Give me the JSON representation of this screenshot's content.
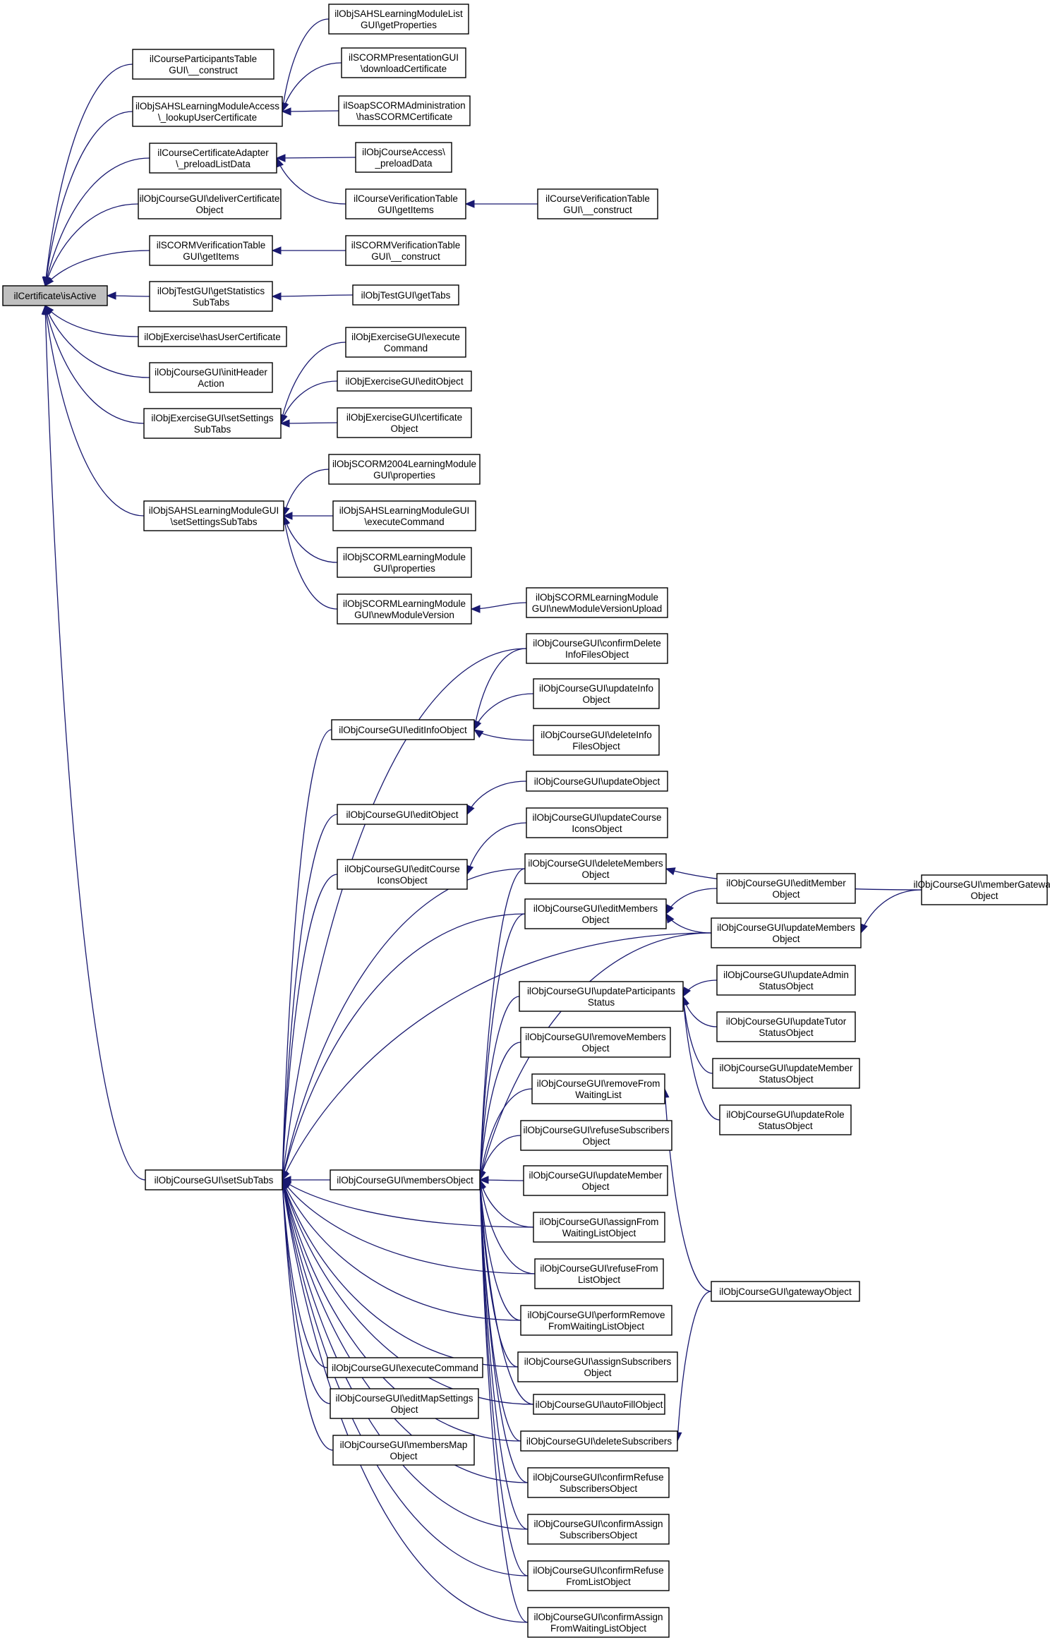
{
  "nodes": [
    {
      "id": "root",
      "lines": [
        "ilCertificate\\isActive"
      ]
    },
    {
      "id": "n_cpt",
      "lines": [
        "ilCourseParticipantsTable",
        "GUI\\__construct"
      ]
    },
    {
      "id": "n_sahs_access",
      "lines": [
        "ilObjSAHSLearningModuleAccess",
        "\\_lookupUserCertificate"
      ]
    },
    {
      "id": "n_cca",
      "lines": [
        "ilCourseCertificateAdapter",
        "\\_preloadListData"
      ]
    },
    {
      "id": "n_deliver",
      "lines": [
        "ilObjCourseGUI\\deliverCertificate",
        "Object"
      ]
    },
    {
      "id": "n_scorm_ver",
      "lines": [
        "ilSCORMVerificationTable",
        "GUI\\getItems"
      ]
    },
    {
      "id": "n_test_stats",
      "lines": [
        "ilObjTestGUI\\getStatistics",
        "SubTabs"
      ]
    },
    {
      "id": "n_ex_has",
      "lines": [
        "ilObjExercise\\hasUserCertificate"
      ]
    },
    {
      "id": "n_init_header",
      "lines": [
        "ilObjCourseGUI\\initHeader",
        "Action"
      ]
    },
    {
      "id": "n_ex_settings",
      "lines": [
        "ilObjExerciseGUI\\setSettings",
        "SubTabs"
      ]
    },
    {
      "id": "n_sahs_settings",
      "lines": [
        "ilObjSAHSLearningModuleGUI",
        "\\setSettingsSubTabs"
      ]
    },
    {
      "id": "n_set_sub_tabs",
      "lines": [
        "ilObjCourseGUI\\setSubTabs"
      ]
    },
    {
      "id": "n_sahs_list",
      "lines": [
        "ilObjSAHSLearningModuleList",
        "GUI\\getProperties"
      ]
    },
    {
      "id": "n_scorm_pres",
      "lines": [
        "ilSCORMPresentationGUI",
        "\\downloadCertificate"
      ]
    },
    {
      "id": "n_soap",
      "lines": [
        "ilSoapSCORMAdministration",
        "\\hasSCORMCertificate"
      ]
    },
    {
      "id": "n_course_access",
      "lines": [
        "ilObjCourseAccess\\",
        "_preloadData"
      ]
    },
    {
      "id": "n_cvt_items",
      "lines": [
        "ilCourseVerificationTable",
        "GUI\\getItems"
      ]
    },
    {
      "id": "n_cvt_construct",
      "lines": [
        "ilCourseVerificationTable",
        "GUI\\__construct"
      ]
    },
    {
      "id": "n_scorm_ver_construct",
      "lines": [
        "ilSCORMVerificationTable",
        "GUI\\__construct"
      ]
    },
    {
      "id": "n_test_tabs",
      "lines": [
        "ilObjTestGUI\\getTabs"
      ]
    },
    {
      "id": "n_ex_exec",
      "lines": [
        "ilObjExerciseGUI\\execute",
        "Command"
      ]
    },
    {
      "id": "n_ex_edit",
      "lines": [
        "ilObjExerciseGUI\\editObject"
      ]
    },
    {
      "id": "n_ex_cert",
      "lines": [
        "ilObjExerciseGUI\\certificate",
        "Object"
      ]
    },
    {
      "id": "n_scorm2004_props",
      "lines": [
        "ilObjSCORM2004LearningModule",
        "GUI\\properties"
      ]
    },
    {
      "id": "n_sahs_exec",
      "lines": [
        "ilObjSAHSLearningModuleGUI",
        "\\executeCommand"
      ]
    },
    {
      "id": "n_scorm_props",
      "lines": [
        "ilObjSCORMLearningModule",
        "GUI\\properties"
      ]
    },
    {
      "id": "n_scorm_newver",
      "lines": [
        "ilObjSCORMLearningModule",
        "GUI\\newModuleVersion"
      ]
    },
    {
      "id": "n_scorm_newver_upload",
      "lines": [
        "ilObjSCORMLearningModule",
        "GUI\\newModuleVersionUpload"
      ]
    },
    {
      "id": "n_confirm_delete_info",
      "lines": [
        "ilObjCourseGUI\\confirmDelete",
        "InfoFilesObject"
      ]
    },
    {
      "id": "n_edit_info",
      "lines": [
        "ilObjCourseGUI\\editInfoObject"
      ]
    },
    {
      "id": "n_update_info",
      "lines": [
        "ilObjCourseGUI\\updateInfo",
        "Object"
      ]
    },
    {
      "id": "n_delete_info",
      "lines": [
        "ilObjCourseGUI\\deleteInfo",
        "FilesObject"
      ]
    },
    {
      "id": "n_update_object",
      "lines": [
        "ilObjCourseGUI\\updateObject"
      ]
    },
    {
      "id": "n_edit_object",
      "lines": [
        "ilObjCourseGUI\\editObject"
      ]
    },
    {
      "id": "n_update_icons",
      "lines": [
        "ilObjCourseGUI\\updateCourse",
        "IconsObject"
      ]
    },
    {
      "id": "n_edit_icons",
      "lines": [
        "ilObjCourseGUI\\editCourse",
        "IconsObject"
      ]
    },
    {
      "id": "n_delete_members",
      "lines": [
        "ilObjCourseGUI\\deleteMembers",
        "Object"
      ]
    },
    {
      "id": "n_member_gateway",
      "lines": [
        "ilObjCourseGUI\\memberGateway",
        "Object"
      ]
    },
    {
      "id": "n_edit_member",
      "lines": [
        "ilObjCourseGUI\\editMember",
        "Object"
      ]
    },
    {
      "id": "n_edit_members",
      "lines": [
        "ilObjCourseGUI\\editMembers",
        "Object"
      ]
    },
    {
      "id": "n_update_members",
      "lines": [
        "ilObjCourseGUI\\updateMembers",
        "Object"
      ]
    },
    {
      "id": "n_update_admin",
      "lines": [
        "ilObjCourseGUI\\updateAdmin",
        "StatusObject"
      ]
    },
    {
      "id": "n_update_part",
      "lines": [
        "ilObjCourseGUI\\updateParticipants",
        "Status"
      ]
    },
    {
      "id": "n_update_tutor",
      "lines": [
        "ilObjCourseGUI\\updateTutor",
        "StatusObject"
      ]
    },
    {
      "id": "n_remove_members",
      "lines": [
        "ilObjCourseGUI\\removeMembers",
        "Object"
      ]
    },
    {
      "id": "n_update_member_status",
      "lines": [
        "ilObjCourseGUI\\updateMember",
        "StatusObject"
      ]
    },
    {
      "id": "n_remove_waiting",
      "lines": [
        "ilObjCourseGUI\\removeFrom",
        "WaitingList"
      ]
    },
    {
      "id": "n_update_role",
      "lines": [
        "ilObjCourseGUI\\updateRole",
        "StatusObject"
      ]
    },
    {
      "id": "n_refuse_subs",
      "lines": [
        "ilObjCourseGUI\\refuseSubscribers",
        "Object"
      ]
    },
    {
      "id": "n_members_object",
      "lines": [
        "ilObjCourseGUI\\membersObject"
      ]
    },
    {
      "id": "n_update_member",
      "lines": [
        "ilObjCourseGUI\\updateMember",
        "Object"
      ]
    },
    {
      "id": "n_assign_waiting",
      "lines": [
        "ilObjCourseGUI\\assignFrom",
        "WaitingListObject"
      ]
    },
    {
      "id": "n_refuse_list",
      "lines": [
        "ilObjCourseGUI\\refuseFrom",
        "ListObject"
      ]
    },
    {
      "id": "n_gateway",
      "lines": [
        "ilObjCourseGUI\\gatewayObject"
      ]
    },
    {
      "id": "n_perform_remove",
      "lines": [
        "ilObjCourseGUI\\performRemove",
        "FromWaitingListObject"
      ]
    },
    {
      "id": "n_assign_subs",
      "lines": [
        "ilObjCourseGUI\\assignSubscribers",
        "Object"
      ]
    },
    {
      "id": "n_exec_cmd",
      "lines": [
        "ilObjCourseGUI\\executeCommand"
      ]
    },
    {
      "id": "n_autofill",
      "lines": [
        "ilObjCourseGUI\\autoFillObject"
      ]
    },
    {
      "id": "n_edit_map",
      "lines": [
        "ilObjCourseGUI\\editMapSettings",
        "Object"
      ]
    },
    {
      "id": "n_delete_subs",
      "lines": [
        "ilObjCourseGUI\\deleteSubscribers"
      ]
    },
    {
      "id": "n_members_map",
      "lines": [
        "ilObjCourseGUI\\membersMap",
        "Object"
      ]
    },
    {
      "id": "n_confirm_refuse_subs",
      "lines": [
        "ilObjCourseGUI\\confirmRefuse",
        "SubscribersObject"
      ]
    },
    {
      "id": "n_confirm_assign_subs",
      "lines": [
        "ilObjCourseGUI\\confirmAssign",
        "SubscribersObject"
      ]
    },
    {
      "id": "n_confirm_refuse_list",
      "lines": [
        "ilObjCourseGUI\\confirmRefuse",
        "FromListObject"
      ]
    },
    {
      "id": "n_confirm_assign_waiting",
      "lines": [
        "ilObjCourseGUI\\confirmAssign",
        "FromWaitingListObject"
      ]
    }
  ],
  "edges": [
    [
      "root",
      "n_cpt"
    ],
    [
      "root",
      "n_sahs_access"
    ],
    [
      "root",
      "n_cca"
    ],
    [
      "root",
      "n_deliver"
    ],
    [
      "root",
      "n_scorm_ver"
    ],
    [
      "root",
      "n_test_stats"
    ],
    [
      "root",
      "n_ex_has"
    ],
    [
      "root",
      "n_init_header"
    ],
    [
      "root",
      "n_ex_settings"
    ],
    [
      "root",
      "n_sahs_settings"
    ],
    [
      "root",
      "n_set_sub_tabs"
    ],
    [
      "n_sahs_access",
      "n_sahs_list"
    ],
    [
      "n_sahs_access",
      "n_scorm_pres"
    ],
    [
      "n_sahs_access",
      "n_soap"
    ],
    [
      "n_cca",
      "n_course_access"
    ],
    [
      "n_cca",
      "n_cvt_items"
    ],
    [
      "n_cvt_items",
      "n_cvt_construct"
    ],
    [
      "n_scorm_ver",
      "n_scorm_ver_construct"
    ],
    [
      "n_test_stats",
      "n_test_tabs"
    ],
    [
      "n_ex_settings",
      "n_ex_exec"
    ],
    [
      "n_ex_settings",
      "n_ex_edit"
    ],
    [
      "n_ex_settings",
      "n_ex_cert"
    ],
    [
      "n_sahs_settings",
      "n_scorm2004_props"
    ],
    [
      "n_sahs_settings",
      "n_sahs_exec"
    ],
    [
      "n_sahs_settings",
      "n_scorm_props"
    ],
    [
      "n_sahs_settings",
      "n_scorm_newver"
    ],
    [
      "n_scorm_newver",
      "n_scorm_newver_upload"
    ],
    [
      "n_set_sub_tabs",
      "n_edit_info"
    ],
    [
      "n_set_sub_tabs",
      "n_confirm_delete_info"
    ],
    [
      "n_set_sub_tabs",
      "n_edit_object"
    ],
    [
      "n_set_sub_tabs",
      "n_edit_icons"
    ],
    [
      "n_set_sub_tabs",
      "n_delete_members"
    ],
    [
      "n_set_sub_tabs",
      "n_edit_members"
    ],
    [
      "n_set_sub_tabs",
      "n_update_members"
    ],
    [
      "n_set_sub_tabs",
      "n_members_object"
    ],
    [
      "n_set_sub_tabs",
      "n_exec_cmd"
    ],
    [
      "n_set_sub_tabs",
      "n_edit_map"
    ],
    [
      "n_set_sub_tabs",
      "n_members_map"
    ],
    [
      "n_set_sub_tabs",
      "n_assign_waiting"
    ],
    [
      "n_set_sub_tabs",
      "n_refuse_list"
    ],
    [
      "n_set_sub_tabs",
      "n_perform_remove"
    ],
    [
      "n_set_sub_tabs",
      "n_assign_subs"
    ],
    [
      "n_set_sub_tabs",
      "n_autofill"
    ],
    [
      "n_set_sub_tabs",
      "n_delete_subs"
    ],
    [
      "n_set_sub_tabs",
      "n_confirm_refuse_subs"
    ],
    [
      "n_set_sub_tabs",
      "n_confirm_assign_subs"
    ],
    [
      "n_set_sub_tabs",
      "n_confirm_refuse_list"
    ],
    [
      "n_set_sub_tabs",
      "n_confirm_assign_waiting"
    ],
    [
      "n_edit_info",
      "n_confirm_delete_info"
    ],
    [
      "n_edit_info",
      "n_update_info"
    ],
    [
      "n_edit_info",
      "n_delete_info"
    ],
    [
      "n_edit_object",
      "n_update_object"
    ],
    [
      "n_edit_icons",
      "n_update_icons"
    ],
    [
      "n_delete_members",
      "n_member_gateway"
    ],
    [
      "n_edit_members",
      "n_edit_member"
    ],
    [
      "n_edit_members",
      "n_update_members"
    ],
    [
      "n_update_members",
      "n_member_gateway"
    ],
    [
      "n_update_part",
      "n_update_admin"
    ],
    [
      "n_update_part",
      "n_update_tutor"
    ],
    [
      "n_update_part",
      "n_update_member_status"
    ],
    [
      "n_update_part",
      "n_update_role"
    ],
    [
      "n_remove_waiting",
      "n_gateway"
    ],
    [
      "n_delete_subs",
      "n_gateway"
    ],
    [
      "n_members_object",
      "n_delete_members"
    ],
    [
      "n_members_object",
      "n_edit_members"
    ],
    [
      "n_members_object",
      "n_update_members"
    ],
    [
      "n_members_object",
      "n_update_part"
    ],
    [
      "n_members_object",
      "n_remove_members"
    ],
    [
      "n_members_object",
      "n_remove_waiting"
    ],
    [
      "n_members_object",
      "n_refuse_subs"
    ],
    [
      "n_members_object",
      "n_update_member"
    ],
    [
      "n_members_object",
      "n_assign_waiting"
    ],
    [
      "n_members_object",
      "n_refuse_list"
    ],
    [
      "n_members_object",
      "n_perform_remove"
    ],
    [
      "n_members_object",
      "n_assign_subs"
    ],
    [
      "n_members_object",
      "n_autofill"
    ],
    [
      "n_members_object",
      "n_delete_subs"
    ],
    [
      "n_members_object",
      "n_confirm_refuse_subs"
    ],
    [
      "n_members_object",
      "n_confirm_assign_subs"
    ],
    [
      "n_members_object",
      "n_confirm_refuse_list"
    ],
    [
      "n_members_object",
      "n_confirm_assign_waiting"
    ]
  ]
}
